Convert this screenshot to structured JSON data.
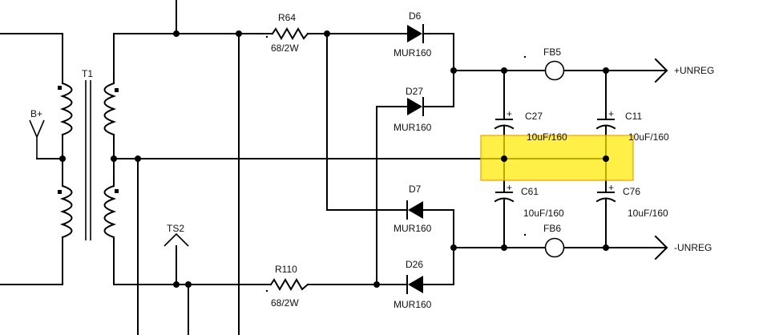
{
  "schematic": {
    "transformer": {
      "ref": "T1"
    },
    "supply_label": "B+",
    "test_point": "TS2",
    "resistors": [
      {
        "ref": "R64",
        "value": "68/2W"
      },
      {
        "ref": "R110",
        "value": "68/2W"
      }
    ],
    "diodes": [
      {
        "ref": "D6",
        "part": "MUR160"
      },
      {
        "ref": "D27",
        "part": "MUR160"
      },
      {
        "ref": "D7",
        "part": "MUR160"
      },
      {
        "ref": "D26",
        "part": "MUR160"
      }
    ],
    "ferrites": [
      {
        "ref": "FB5"
      },
      {
        "ref": "FB6"
      }
    ],
    "capacitors": [
      {
        "ref": "C27",
        "value": "10uF/160"
      },
      {
        "ref": "C11",
        "value": "10uF/160"
      },
      {
        "ref": "C61",
        "value": "10uF/160"
      },
      {
        "ref": "C76",
        "value": "10uF/160"
      }
    ],
    "outputs": {
      "positive": "+UNREG",
      "negative": "-UNREG"
    },
    "polarity_mark": "+",
    "highlight_color": "#ffe900"
  }
}
